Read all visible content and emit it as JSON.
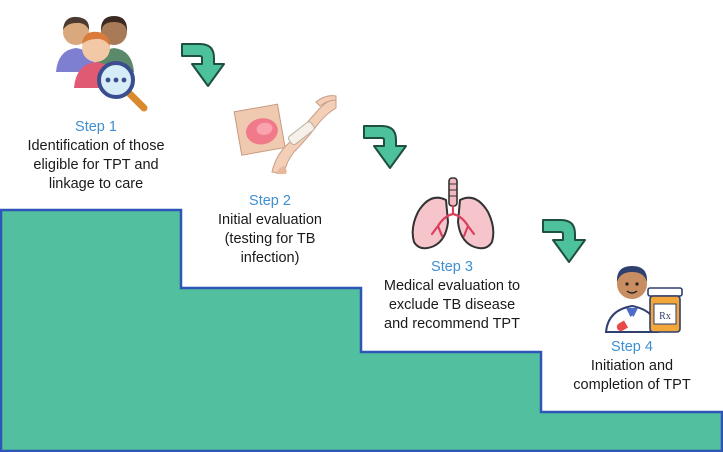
{
  "colors": {
    "step_title": "#3f8fd2",
    "stair_fill": "#52bf9e",
    "stair_stroke": "#2e55b8",
    "arrow_fill": "#4dc19c",
    "arrow_stroke": "#1f4f40"
  },
  "steps": [
    {
      "title": "Step 1",
      "lines": [
        "Identification of those",
        "eligible for TPT and",
        "linkage to care"
      ],
      "icon": "people-search-icon"
    },
    {
      "title": "Step 2",
      "lines": [
        "Initial evaluation",
        "(testing for TB",
        "infection)"
      ],
      "icon": "skin-test-arm-icon"
    },
    {
      "title": "Step 3",
      "lines": [
        "Medical evaluation to",
        "exclude TB disease",
        "and recommend TPT"
      ],
      "icon": "lungs-icon"
    },
    {
      "title": "Step 4",
      "lines": [
        "Initiation and",
        "completion of TPT"
      ],
      "icon": "doctor-prescription-icon"
    }
  ],
  "rx_label": "Rx"
}
